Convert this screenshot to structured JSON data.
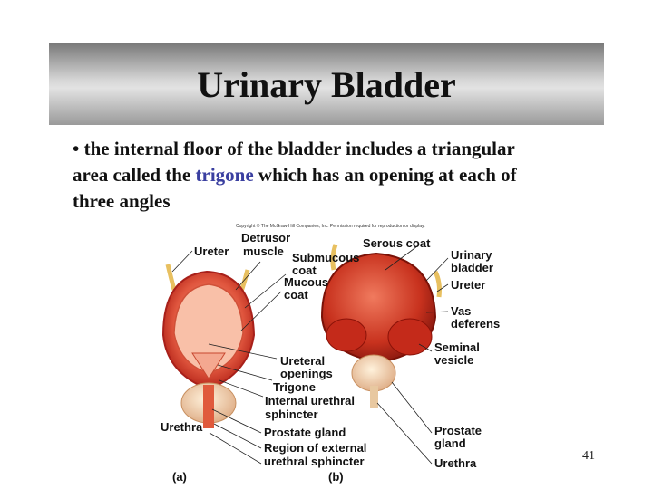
{
  "slide": {
    "title": "Urinary Bladder",
    "bullet_before": "• the internal floor of the bladder includes a triangular area called the ",
    "bullet_keyword": "trigone",
    "bullet_after": " which has an opening at each of three angles",
    "page_number": "41"
  },
  "figure": {
    "copyright": "Copyright © The McGraw-Hill Companies, Inc. Permission required for reproduction or display.",
    "labels": {
      "ureter_a": "Ureter",
      "detrusor_1": "Detrusor",
      "detrusor_2": "muscle",
      "submucous_1": "Submucous",
      "submucous_2": "coat",
      "mucous_1": "Mucous",
      "mucous_2": "coat",
      "ureteral_1": "Ureteral",
      "ureteral_2": "openings",
      "trigone": "Trigone",
      "internal_1": "Internal urethral",
      "internal_2": "sphincter",
      "urethra_a": "Urethra",
      "prostate_a": "Prostate gland",
      "region_1": "Region of external",
      "region_2": "urethral sphincter",
      "panel_a": "(a)",
      "panel_b": "(b)",
      "serous": "Serous coat",
      "urinary_1": "Urinary",
      "urinary_2": "bladder",
      "ureter_b": "Ureter",
      "vas_1": "Vas",
      "vas_2": "deferens",
      "seminal_1": "Seminal",
      "seminal_2": "vesicle",
      "prostate_b1": "Prostate",
      "prostate_b2": "gland",
      "urethra_b": "Urethra"
    }
  }
}
